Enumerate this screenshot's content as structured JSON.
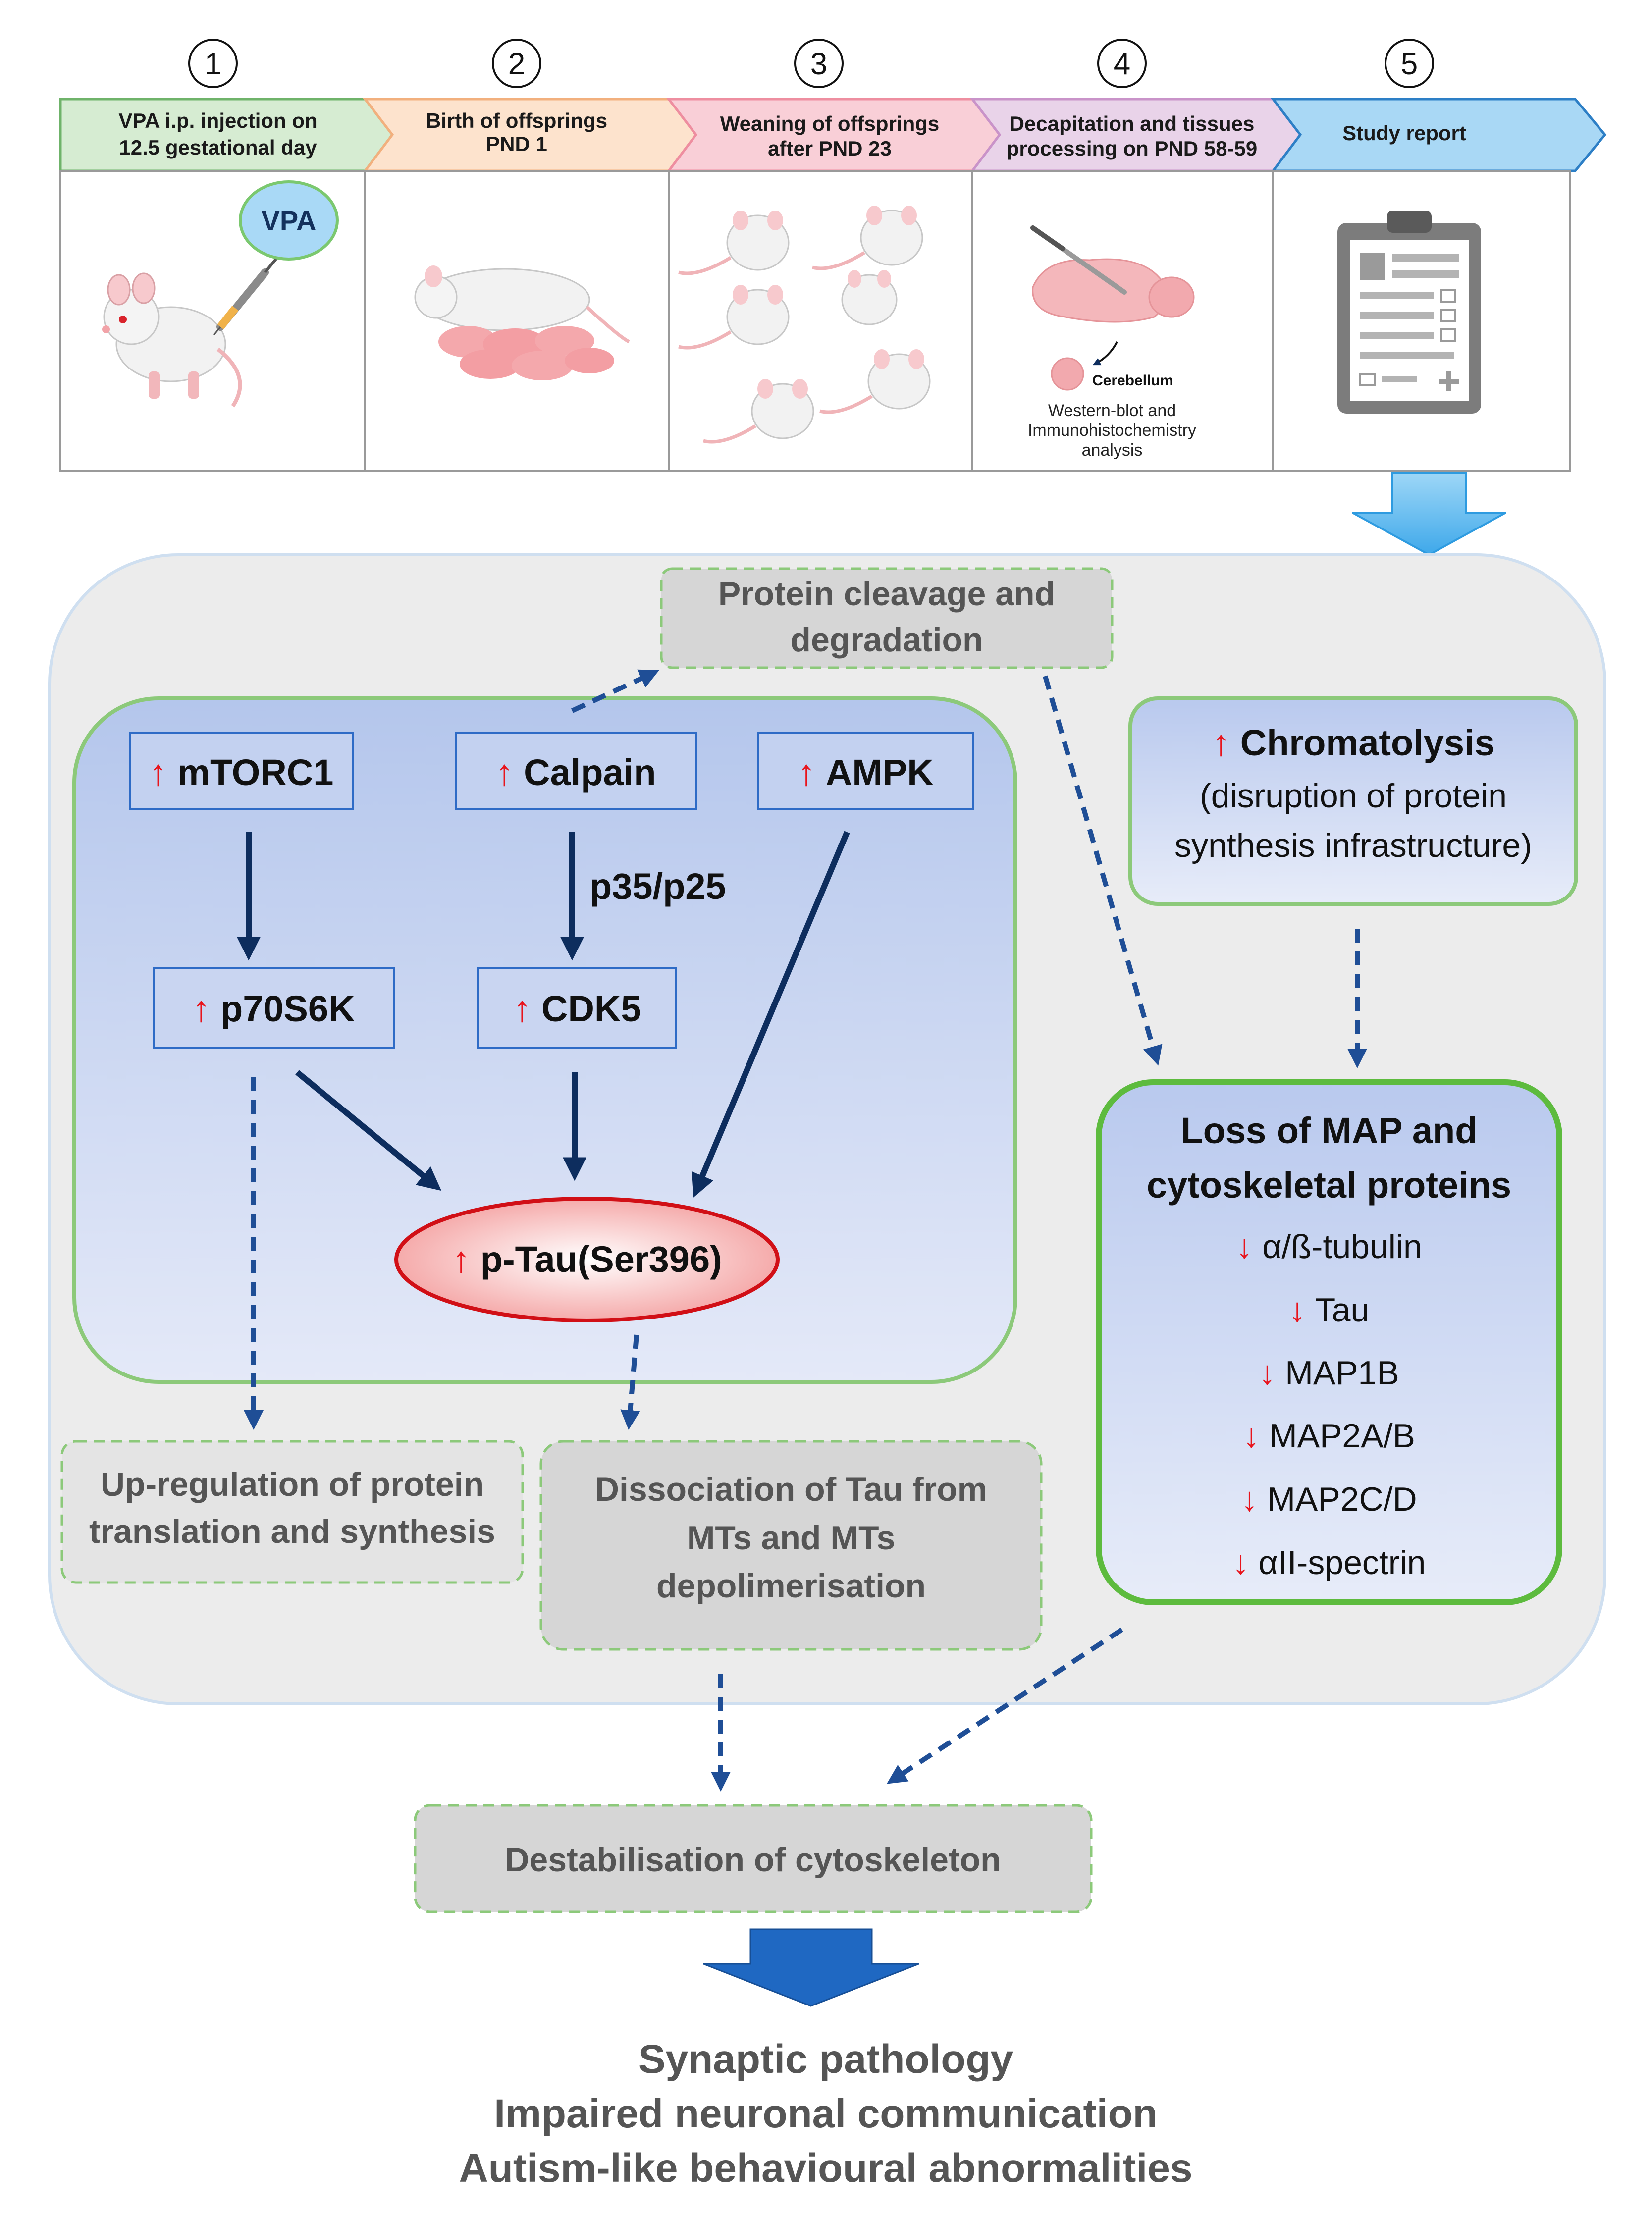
{
  "timeline": {
    "steps": [
      {
        "num": "1",
        "line1": "VPA i.p. injection on",
        "line2": "12.5 gestational day",
        "color": "#d6ecd2"
      },
      {
        "num": "2",
        "line1": "Birth of offsprings",
        "line2": "PND 1",
        "color": "#fde3cd"
      },
      {
        "num": "3",
        "line1": "Weaning of offsprings",
        "line2": "after PND 23",
        "color": "#f9cfd7"
      },
      {
        "num": "4",
        "line1": "Decapitation and tissues",
        "line2": "processing on PND 58-59",
        "color": "#e9d3e9"
      },
      {
        "num": "5",
        "line1": "Study report",
        "line2": "",
        "color": "#a9d8f5"
      }
    ],
    "vpa_bubble": "VPA",
    "cerebellum_label": "Cerebellum",
    "analysis_lines": [
      "Western-blot and",
      "Immunohistochemistry",
      "analysis"
    ]
  },
  "pathway": {
    "mtorc1": "mTORC1",
    "calpain": "Calpain",
    "ampk": "AMPK",
    "p70s6k": "p70S6K",
    "cdk5": "CDK5",
    "p35p25": "p35/p25",
    "ptau": "p-Tau(Ser396)"
  },
  "cleavage": {
    "line1": "Protein cleavage and",
    "line2": "degradation"
  },
  "chromatolysis": {
    "title": "Chromatolysis",
    "line1": "(disruption of protein",
    "line2": "synthesis infrastructure)"
  },
  "map_loss": {
    "title1": "Loss of MAP and",
    "title2": "cytoskeletal proteins",
    "items": [
      "α/ß-tubulin",
      "Tau",
      "MAP1B",
      "MAP2A/B",
      "MAP2C/D",
      "αII-spectrin"
    ]
  },
  "upreg": {
    "line1": "Up-regulation of protein",
    "line2": "translation and synthesis"
  },
  "dissociation": {
    "line1": "Dissociation of Tau from",
    "line2": "MTs and MTs",
    "line3": "depolimerisation"
  },
  "destab": "Destabilisation of cytoskeleton",
  "outcomes": [
    "Synaptic pathology",
    "Impaired neuronal communication",
    "Autism-like behavioural abnormalities"
  ],
  "colors": {
    "up_arrow": "#e8141c",
    "down_arrow": "#e8141c",
    "navy": "#0d2d5e",
    "dashed_blue": "#1f4e96",
    "green_border": "#8cc97a"
  }
}
